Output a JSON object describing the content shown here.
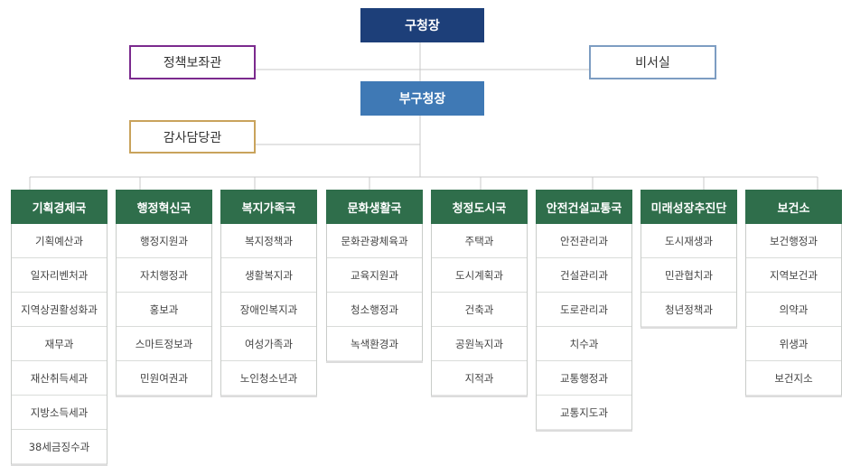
{
  "top": {
    "mayor": "구청장",
    "deputy": "부구청장",
    "policy_aide": "정책보좌관",
    "secretary": "비서실",
    "audit": "감사담당관"
  },
  "departments": [
    {
      "name": "기획경제국",
      "items": [
        "기획예산과",
        "일자리벤처과",
        "지역상권활성화과",
        "재무과",
        "재산취득세과",
        "지방소득세과",
        "38세금징수과"
      ]
    },
    {
      "name": "행정혁신국",
      "items": [
        "행정지원과",
        "자치행정과",
        "홍보과",
        "스마트정보과",
        "민원여권과"
      ]
    },
    {
      "name": "복지가족국",
      "items": [
        "복지정책과",
        "생활복지과",
        "장애인복지과",
        "여성가족과",
        "노인청소년과"
      ]
    },
    {
      "name": "문화생활국",
      "items": [
        "문화관광체육과",
        "교육지원과",
        "청소행정과",
        "녹색환경과"
      ]
    },
    {
      "name": "청정도시국",
      "items": [
        "주택과",
        "도시계획과",
        "건축과",
        "공원녹지과",
        "지적과"
      ]
    },
    {
      "name": "안전건설교통국",
      "items": [
        "안전관리과",
        "건설관리과",
        "도로관리과",
        "치수과",
        "교통행정과",
        "교통지도과"
      ]
    },
    {
      "name": "미래성장추진단",
      "items": [
        "도시재생과",
        "민관협치과",
        "청년정책과"
      ]
    },
    {
      "name": "보건소",
      "items": [
        "보건행정과",
        "지역보건과",
        "의약과",
        "위생과",
        "보건지소"
      ]
    }
  ],
  "colors": {
    "mayor": "#1d3f79",
    "deputy": "#3f79b5",
    "department_header": "#2f6e4b",
    "policy_border": "#7b2a8e",
    "secretary_border": "#7d9dc2",
    "audit_border": "#c9a35c"
  }
}
